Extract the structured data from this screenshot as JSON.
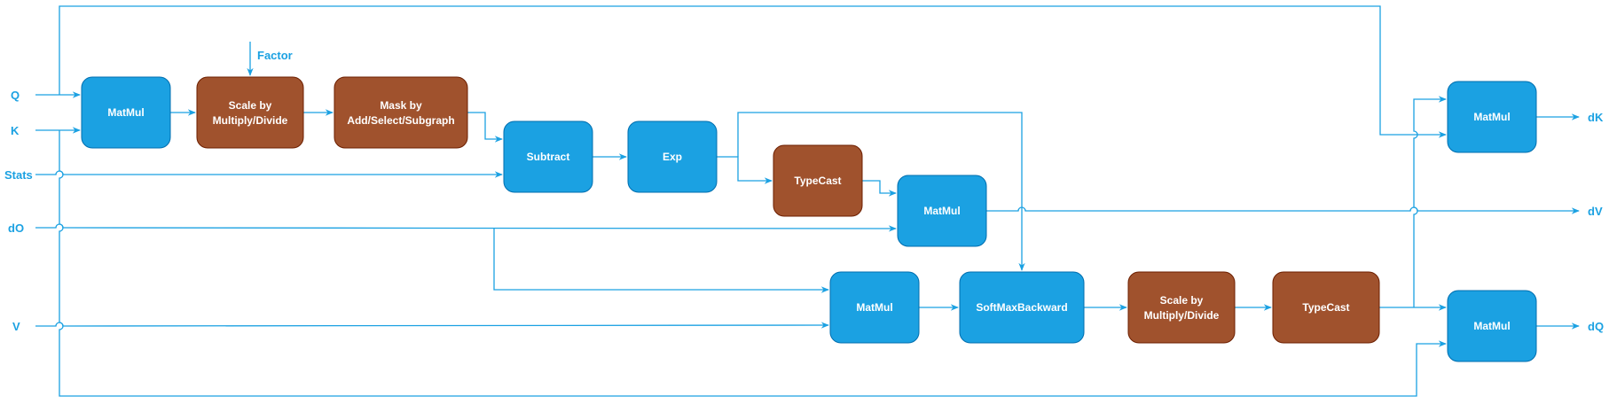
{
  "diagram": {
    "inputs": {
      "q": "Q",
      "k": "K",
      "stats": "Stats",
      "do": "dO",
      "v": "V",
      "factor": "Factor"
    },
    "outputs": {
      "dk": "dK",
      "dv": "dV",
      "dq": "dQ"
    },
    "nodes": {
      "matmul_qk": {
        "label": [
          "MatMul"
        ],
        "kind": "compute"
      },
      "scale_1": {
        "label": [
          "Scale by",
          "Multiply/Divide"
        ],
        "kind": "optional"
      },
      "mask": {
        "label": [
          "Mask by",
          "Add/Select/Subgraph"
        ],
        "kind": "optional"
      },
      "subtract": {
        "label": [
          "Subtract"
        ],
        "kind": "compute"
      },
      "exp": {
        "label": [
          "Exp"
        ],
        "kind": "compute"
      },
      "typecast_1": {
        "label": [
          "TypeCast"
        ],
        "kind": "optional"
      },
      "matmul_dv": {
        "label": [
          "MatMul"
        ],
        "kind": "compute"
      },
      "matmul_dp": {
        "label": [
          "MatMul"
        ],
        "kind": "compute"
      },
      "softmax_backward": {
        "label": [
          "SoftMaxBackward"
        ],
        "kind": "compute"
      },
      "scale_2": {
        "label": [
          "Scale by",
          "Multiply/Divide"
        ],
        "kind": "optional"
      },
      "typecast_2": {
        "label": [
          "TypeCast"
        ],
        "kind": "optional"
      },
      "matmul_dk": {
        "label": [
          "MatMul"
        ],
        "kind": "compute"
      },
      "matmul_dq": {
        "label": [
          "MatMul"
        ],
        "kind": "compute"
      }
    },
    "edges": [
      [
        "Q",
        "matmul_qk"
      ],
      [
        "K",
        "matmul_qk"
      ],
      [
        "matmul_qk",
        "scale_1"
      ],
      [
        "Factor",
        "scale_1"
      ],
      [
        "scale_1",
        "mask"
      ],
      [
        "mask",
        "subtract"
      ],
      [
        "Stats",
        "subtract"
      ],
      [
        "subtract",
        "exp"
      ],
      [
        "exp",
        "typecast_1"
      ],
      [
        "exp",
        "softmax_backward"
      ],
      [
        "typecast_1",
        "matmul_dv"
      ],
      [
        "dO",
        "matmul_dv"
      ],
      [
        "matmul_dv",
        "dV"
      ],
      [
        "dO",
        "matmul_dp"
      ],
      [
        "V",
        "matmul_dp"
      ],
      [
        "matmul_dp",
        "softmax_backward"
      ],
      [
        "softmax_backward",
        "scale_2"
      ],
      [
        "scale_2",
        "typecast_2"
      ],
      [
        "typecast_2",
        "matmul_dk"
      ],
      [
        "Q",
        "matmul_dk"
      ],
      [
        "typecast_2",
        "matmul_dq"
      ],
      [
        "K",
        "matmul_dq"
      ],
      [
        "matmul_dk",
        "dK"
      ],
      [
        "matmul_dq",
        "dQ"
      ]
    ],
    "colors": {
      "compute_fill": "#1ba1e2",
      "optional_fill": "#a0522d",
      "edge": "#1ba1e2",
      "label": "#1ba1e2"
    }
  }
}
